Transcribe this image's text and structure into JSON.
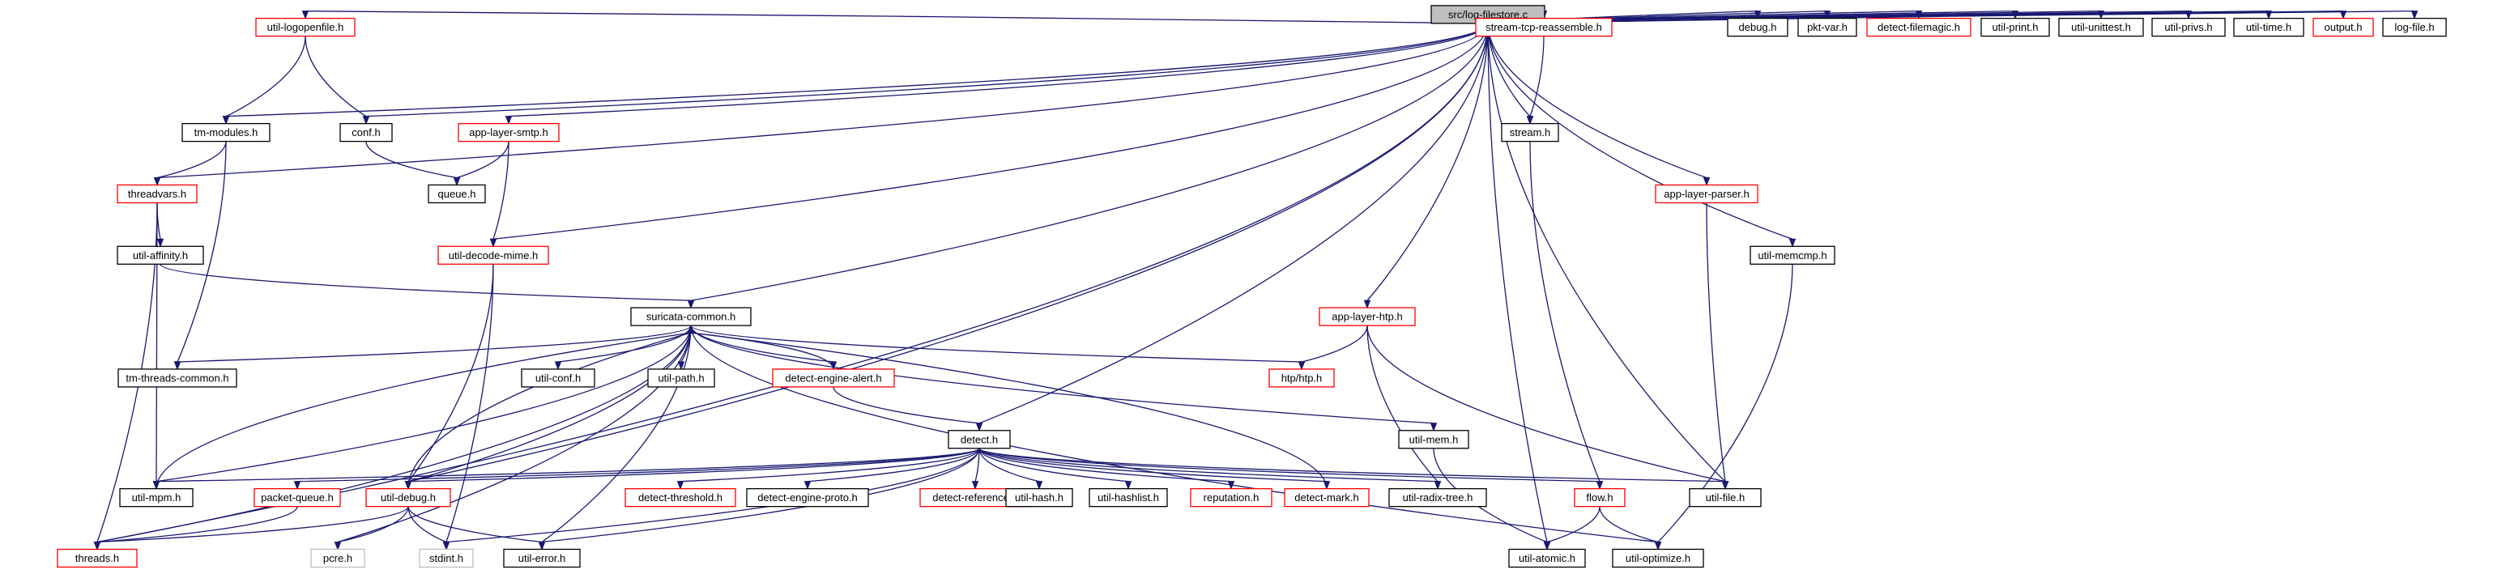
{
  "colors": {
    "edge": "#191970",
    "border_normal": "#000000",
    "border_truncated": "#ff0000",
    "border_undocumented": "#bfbfbf",
    "fill_normal": "#ffffff",
    "fill_root": "#bfbfbf"
  },
  "nodes": [
    {
      "id": "root",
      "label": "src/log-filestore.c",
      "kind": "root"
    },
    {
      "id": "util_logopenfile",
      "label": "util-logopenfile.h",
      "kind": "truncated"
    },
    {
      "id": "stream_tcp_reassemble",
      "label": "stream-tcp-reassemble.h",
      "kind": "truncated"
    },
    {
      "id": "debug",
      "label": "debug.h",
      "kind": "normal"
    },
    {
      "id": "pkt_var",
      "label": "pkt-var.h",
      "kind": "normal"
    },
    {
      "id": "detect_filemagic",
      "label": "detect-filemagic.h",
      "kind": "truncated"
    },
    {
      "id": "util_print",
      "label": "util-print.h",
      "kind": "normal"
    },
    {
      "id": "util_unittest",
      "label": "util-unittest.h",
      "kind": "normal"
    },
    {
      "id": "util_privs",
      "label": "util-privs.h",
      "kind": "normal"
    },
    {
      "id": "util_time",
      "label": "util-time.h",
      "kind": "normal"
    },
    {
      "id": "output",
      "label": "output.h",
      "kind": "truncated"
    },
    {
      "id": "log_file",
      "label": "log-file.h",
      "kind": "normal"
    },
    {
      "id": "tm_modules",
      "label": "tm-modules.h",
      "kind": "normal"
    },
    {
      "id": "conf",
      "label": "conf.h",
      "kind": "normal"
    },
    {
      "id": "app_layer_smtp",
      "label": "app-layer-smtp.h",
      "kind": "truncated"
    },
    {
      "id": "stream",
      "label": "stream.h",
      "kind": "normal"
    },
    {
      "id": "threadvars",
      "label": "threadvars.h",
      "kind": "truncated"
    },
    {
      "id": "queue",
      "label": "queue.h",
      "kind": "normal"
    },
    {
      "id": "app_layer_parser",
      "label": "app-layer-parser.h",
      "kind": "truncated"
    },
    {
      "id": "util_affinity",
      "label": "util-affinity.h",
      "kind": "normal"
    },
    {
      "id": "util_decode_mime",
      "label": "util-decode-mime.h",
      "kind": "truncated"
    },
    {
      "id": "util_memcmp",
      "label": "util-memcmp.h",
      "kind": "normal"
    },
    {
      "id": "suricata_common",
      "label": "suricata-common.h",
      "kind": "normal"
    },
    {
      "id": "app_layer_htp",
      "label": "app-layer-htp.h",
      "kind": "truncated"
    },
    {
      "id": "tm_threads_common",
      "label": "tm-threads-common.h",
      "kind": "normal"
    },
    {
      "id": "util_conf",
      "label": "util-conf.h",
      "kind": "normal"
    },
    {
      "id": "util_path",
      "label": "util-path.h",
      "kind": "normal"
    },
    {
      "id": "detect_engine_alert",
      "label": "detect-engine-alert.h",
      "kind": "truncated"
    },
    {
      "id": "htp",
      "label": "htp/htp.h",
      "kind": "truncated"
    },
    {
      "id": "detect",
      "label": "detect.h",
      "kind": "normal"
    },
    {
      "id": "util_mem",
      "label": "util-mem.h",
      "kind": "normal"
    },
    {
      "id": "util_mpm",
      "label": "util-mpm.h",
      "kind": "normal"
    },
    {
      "id": "packet_queue",
      "label": "packet-queue.h",
      "kind": "truncated"
    },
    {
      "id": "util_debug",
      "label": "util-debug.h",
      "kind": "truncated"
    },
    {
      "id": "detect_threshold",
      "label": "detect-threshold.h",
      "kind": "truncated"
    },
    {
      "id": "detect_engine_proto",
      "label": "detect-engine-proto.h",
      "kind": "normal"
    },
    {
      "id": "detect_reference",
      "label": "detect-reference.h",
      "kind": "truncated"
    },
    {
      "id": "util_hash",
      "label": "util-hash.h",
      "kind": "normal"
    },
    {
      "id": "util_hashlist",
      "label": "util-hashlist.h",
      "kind": "normal"
    },
    {
      "id": "reputation",
      "label": "reputation.h",
      "kind": "truncated"
    },
    {
      "id": "detect_mark",
      "label": "detect-mark.h",
      "kind": "truncated"
    },
    {
      "id": "util_radix_tree",
      "label": "util-radix-tree.h",
      "kind": "normal"
    },
    {
      "id": "flow",
      "label": "flow.h",
      "kind": "truncated"
    },
    {
      "id": "util_file",
      "label": "util-file.h",
      "kind": "normal"
    },
    {
      "id": "threads",
      "label": "threads.h",
      "kind": "truncated"
    },
    {
      "id": "pcre",
      "label": "pcre.h",
      "kind": "undocumented"
    },
    {
      "id": "stdint",
      "label": "stdint.h",
      "kind": "undocumented"
    },
    {
      "id": "util_error",
      "label": "util-error.h",
      "kind": "normal"
    },
    {
      "id": "util_atomic",
      "label": "util-atomic.h",
      "kind": "normal"
    },
    {
      "id": "util_optimize",
      "label": "util-optimize.h",
      "kind": "normal"
    }
  ],
  "edges": [
    [
      "root",
      "util_logopenfile"
    ],
    [
      "root",
      "stream_tcp_reassemble"
    ],
    [
      "root",
      "debug"
    ],
    [
      "root",
      "pkt_var"
    ],
    [
      "root",
      "detect_filemagic"
    ],
    [
      "root",
      "util_print"
    ],
    [
      "root",
      "util_unittest"
    ],
    [
      "root",
      "util_privs"
    ],
    [
      "root",
      "util_time"
    ],
    [
      "root",
      "output"
    ],
    [
      "root",
      "log_file"
    ],
    [
      "root",
      "tm_modules"
    ],
    [
      "root",
      "conf"
    ],
    [
      "root",
      "app_layer_smtp"
    ],
    [
      "root",
      "stream"
    ],
    [
      "root",
      "threadvars"
    ],
    [
      "root",
      "app_layer_parser"
    ],
    [
      "root",
      "util_decode_mime"
    ],
    [
      "root",
      "util_memcmp"
    ],
    [
      "root",
      "suricata_common"
    ],
    [
      "root",
      "app_layer_htp"
    ],
    [
      "root",
      "detect"
    ],
    [
      "root",
      "util_debug"
    ],
    [
      "root",
      "util_file"
    ],
    [
      "root",
      "util_atomic"
    ],
    [
      "root",
      "threads"
    ],
    [
      "util_logopenfile",
      "tm_modules"
    ],
    [
      "util_logopenfile",
      "conf"
    ],
    [
      "stream_tcp_reassemble",
      "stream"
    ],
    [
      "tm_modules",
      "threadvars"
    ],
    [
      "tm_modules",
      "tm_threads_common"
    ],
    [
      "conf",
      "queue"
    ],
    [
      "app_layer_smtp",
      "queue"
    ],
    [
      "app_layer_smtp",
      "util_decode_mime"
    ],
    [
      "stream",
      "flow"
    ],
    [
      "threadvars",
      "util_affinity"
    ],
    [
      "threadvars",
      "util_mpm"
    ],
    [
      "threadvars",
      "threads"
    ],
    [
      "app_layer_parser",
      "util_file"
    ],
    [
      "util_affinity",
      "suricata_common"
    ],
    [
      "util_decode_mime",
      "util_debug"
    ],
    [
      "util_decode_mime",
      "stdint"
    ],
    [
      "util_memcmp",
      "util_optimize"
    ],
    [
      "suricata_common",
      "tm_threads_common"
    ],
    [
      "suricata_common",
      "util_conf"
    ],
    [
      "suricata_common",
      "util_path"
    ],
    [
      "suricata_common",
      "detect_engine_alert"
    ],
    [
      "suricata_common",
      "htp"
    ],
    [
      "suricata_common",
      "util_mem"
    ],
    [
      "suricata_common",
      "util_mpm"
    ],
    [
      "suricata_common",
      "util_debug"
    ],
    [
      "suricata_common",
      "threads"
    ],
    [
      "suricata_common",
      "pcre"
    ],
    [
      "suricata_common",
      "util_error"
    ],
    [
      "suricata_common",
      "util_optimize"
    ],
    [
      "app_layer_htp",
      "htp"
    ],
    [
      "app_layer_htp",
      "util_radix_tree"
    ],
    [
      "app_layer_htp",
      "util_file"
    ],
    [
      "detect_engine_alert",
      "suricata_common"
    ],
    [
      "detect_engine_alert",
      "detect"
    ],
    [
      "util_mpm",
      "suricata_common"
    ],
    [
      "util_debug",
      "suricata_common"
    ],
    [
      "detect_mark",
      "suricata_common"
    ],
    [
      "detect",
      "util_mpm"
    ],
    [
      "detect",
      "packet_queue"
    ],
    [
      "detect",
      "util_debug"
    ],
    [
      "detect",
      "detect_threshold"
    ],
    [
      "detect",
      "detect_engine_proto"
    ],
    [
      "detect",
      "detect_reference"
    ],
    [
      "detect",
      "util_hash"
    ],
    [
      "detect",
      "util_hashlist"
    ],
    [
      "detect",
      "reputation"
    ],
    [
      "detect",
      "detect_mark"
    ],
    [
      "detect",
      "util_radix_tree"
    ],
    [
      "detect",
      "flow"
    ],
    [
      "detect",
      "util_file"
    ],
    [
      "detect",
      "stdint"
    ],
    [
      "detect",
      "util_error"
    ],
    [
      "util_mem",
      "util_atomic"
    ],
    [
      "packet_queue",
      "threads"
    ],
    [
      "util_debug",
      "threads"
    ],
    [
      "util_debug",
      "pcre"
    ],
    [
      "util_debug",
      "stdint"
    ],
    [
      "util_debug",
      "util_error"
    ],
    [
      "flow",
      "util_atomic"
    ],
    [
      "flow",
      "util_optimize"
    ]
  ]
}
